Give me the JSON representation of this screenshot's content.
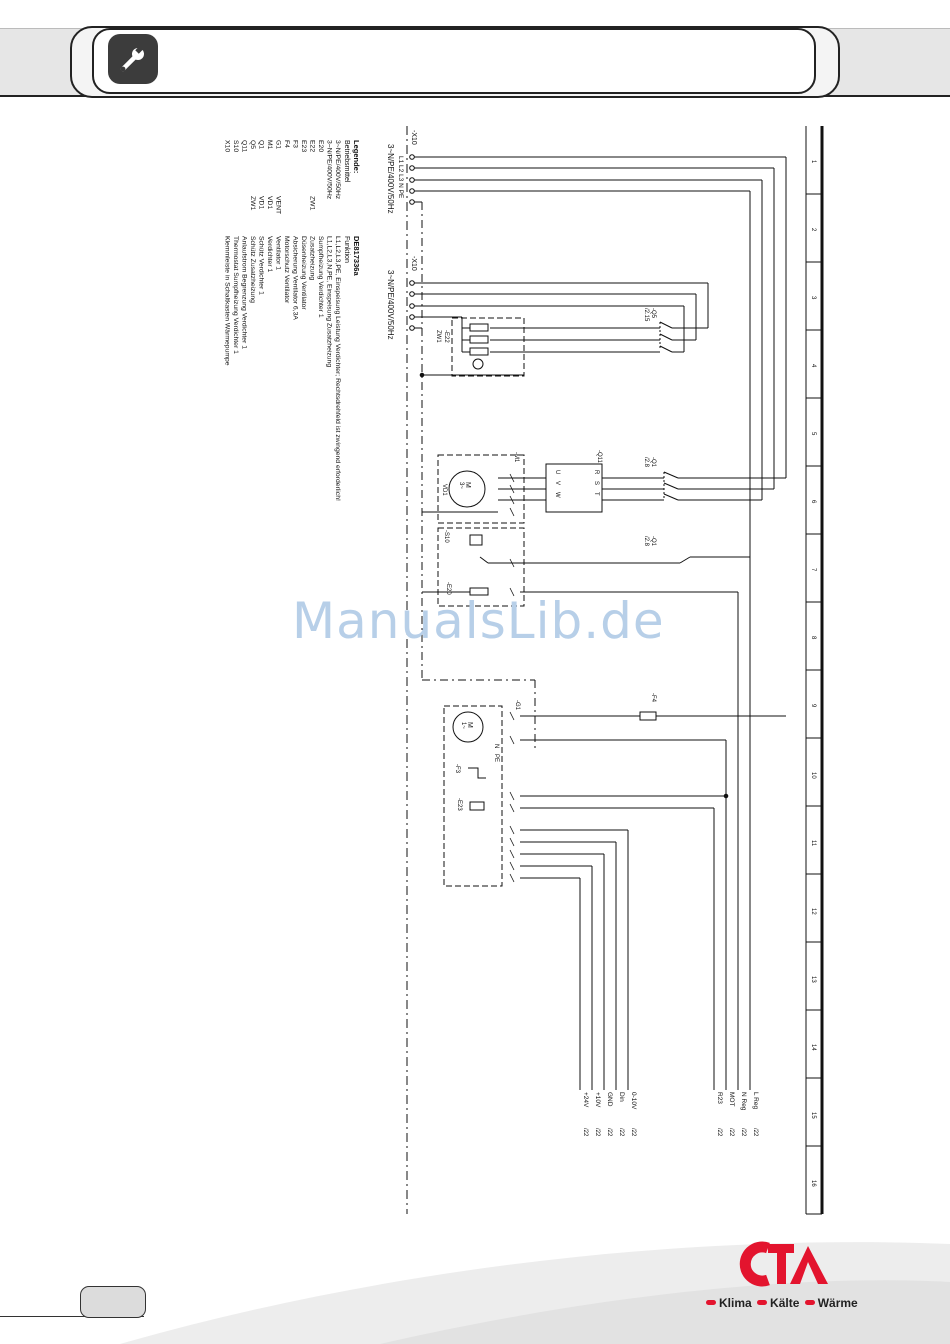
{
  "header": {
    "icon": "wrench-icon"
  },
  "schematic": {
    "column_numbers": [
      "1",
      "2",
      "3",
      "4",
      "5",
      "6",
      "7",
      "8",
      "9",
      "10",
      "11",
      "12",
      "13",
      "14",
      "15",
      "16"
    ],
    "supply1_tag": "-X10",
    "supply1_voltage": "3~N/PE/400V/50Hz",
    "supply1_terminals": "L1 L2 L3 N PE",
    "supply2_tag": "-X10",
    "supply2_voltage": "3~N/PE/400V/50Hz",
    "q5_label": "-Q5",
    "q5_ref": "/2.15",
    "e22_label": "-E22",
    "zw1_label": "ZW1",
    "q11_label": "-Q11",
    "q1_label": "-Q1",
    "q1_ref": "/2.8",
    "q1b_label": "-Q1",
    "q1b_ref": "/2.8",
    "m1_label": "-M1",
    "vd1_label": "VD1",
    "s10_label": "-S10",
    "e20_label": "-E20",
    "f4_label": "-F4",
    "g1_label": "-G1",
    "f3_label": "-F3",
    "e23_label": "-E23",
    "terminal_labels": [
      "U",
      "V",
      "W",
      "R",
      "S",
      "T",
      "N",
      "PE",
      "M",
      "3~",
      "M",
      "1~"
    ],
    "outputs_right": [
      "L Reg",
      "N Reg",
      "MOT",
      "R23"
    ],
    "outputs_left": [
      "0-10V",
      "Din",
      "GND",
      "+10V",
      "+24V"
    ],
    "output_ref": "/22"
  },
  "legend": {
    "title": "Legende:",
    "doc_number": "DE817336a",
    "col1_header": "Betriebsmittel",
    "col2_header": "Funktion",
    "items": [
      {
        "device": "3~N/PE/400V/50Hz",
        "tag": "",
        "function": "L1,L2,L3,PE, Einspeisung Leistung Verdichter; Rechtsdrehfeld ist zwingend erforderlich!"
      },
      {
        "device": "3~N/PE/400V/50Hz",
        "tag": "",
        "function": "L1,L2,L3,N,PE, Einspeisung Zusatzheizung"
      },
      {
        "device": "E20",
        "tag": "",
        "function": "Sumpfheizung Verdichter 1"
      },
      {
        "device": "E22",
        "tag": "ZW1",
        "function": "Zusatzheizung"
      },
      {
        "device": "E23",
        "tag": "",
        "function": "Düsenheizung Ventilator"
      },
      {
        "device": "F3",
        "tag": "",
        "function": "Absicherung Ventilator 6,3A"
      },
      {
        "device": "F4",
        "tag": "",
        "function": "Motorschutz Ventilator"
      },
      {
        "device": "G1",
        "tag": "VENT",
        "function": "Ventilator 1"
      },
      {
        "device": "M1",
        "tag": "VD1",
        "function": "Verdichter 1"
      },
      {
        "device": "Q1",
        "tag": "VD1",
        "function": "Schütz Verdichter 1"
      },
      {
        "device": "Q5",
        "tag": "ZW1",
        "function": "Schütz Zusatzheizung"
      },
      {
        "device": "Q11",
        "tag": "",
        "function": "Anlaufstrom Begrenzung Verdichter 1"
      },
      {
        "device": "S10",
        "tag": "",
        "function": "Thermostat Sumpfheizung Verdichter 1"
      },
      {
        "device": "X10",
        "tag": "",
        "function": "Klemmleiste in Schaltkasten Wärmepumpe"
      }
    ]
  },
  "watermark": "ManualsLib.de",
  "brand": {
    "logo_text": "CTA",
    "tagline": [
      "Klima",
      "Kälte",
      "Wärme"
    ],
    "colors": {
      "red": "#e3142e",
      "dark": "#222222"
    }
  }
}
